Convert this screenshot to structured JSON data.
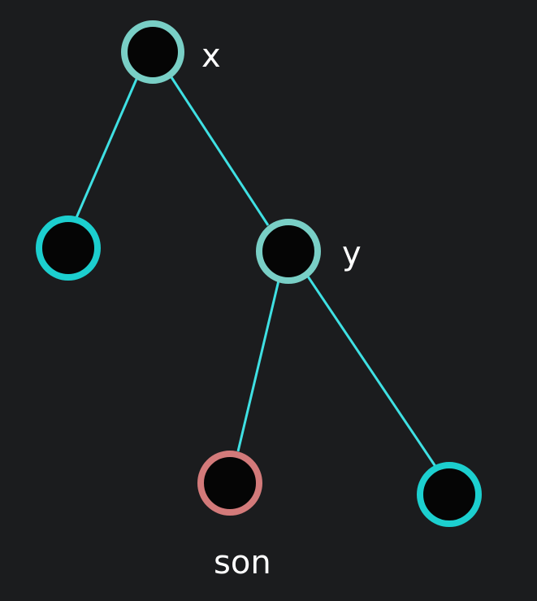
{
  "colors": {
    "background": "#1b1c1e",
    "edge": "#3fe0e3",
    "node_fill": "#050505",
    "node_border_teal": "#1ccfcf",
    "node_border_pale_teal": "#79cfc6",
    "node_border_red": "#d37a7a",
    "label": "#ffffff"
  },
  "nodes": [
    {
      "id": "x",
      "label": "x",
      "border": "pale_teal"
    },
    {
      "id": "x-left-child",
      "label": "",
      "border": "teal"
    },
    {
      "id": "y",
      "label": "y",
      "border": "pale_teal"
    },
    {
      "id": "son",
      "label": "son",
      "border": "red"
    },
    {
      "id": "y-right-child",
      "label": "",
      "border": "teal"
    }
  ],
  "edges": [
    {
      "from": "x",
      "to": "x-left-child"
    },
    {
      "from": "x",
      "to": "y"
    },
    {
      "from": "y",
      "to": "son"
    },
    {
      "from": "y",
      "to": "y-right-child"
    }
  ],
  "labels": {
    "x": "x",
    "y": "y",
    "son": "son"
  }
}
